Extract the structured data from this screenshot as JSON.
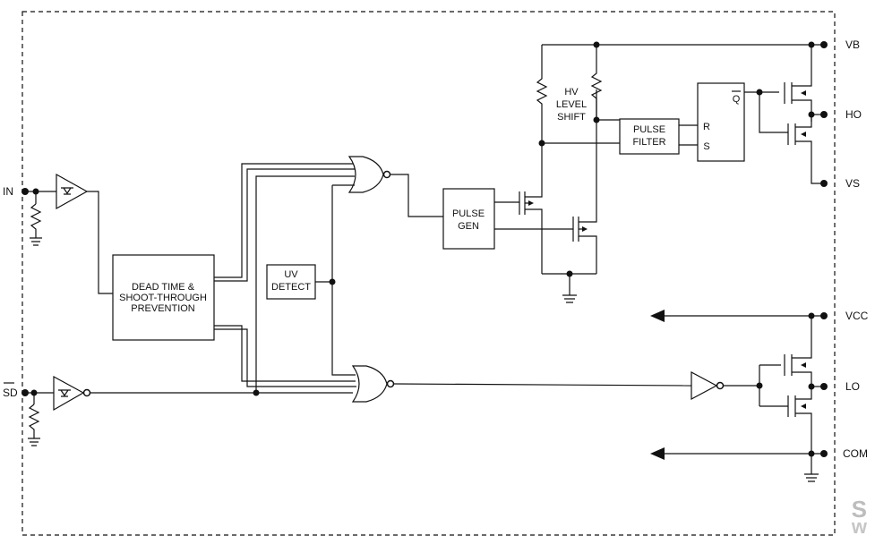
{
  "pins": {
    "vb": "VB",
    "ho": "HO",
    "vs": "VS",
    "vcc": "VCC",
    "lo": "LO",
    "com": "COM",
    "in": "IN",
    "sd": "SD"
  },
  "blocks": {
    "dead_time": [
      "DEAD TIME &",
      "SHOOT-THROUGH",
      "PREVENTION"
    ],
    "uv_detect": [
      "UV",
      "DETECT"
    ],
    "pulse_gen": [
      "PULSE",
      "GEN"
    ],
    "pulse_filter": [
      "PULSE",
      "FILTER"
    ],
    "hv_level_shift": [
      "HV",
      "LEVEL",
      "SHIFT"
    ],
    "latch_r": "R",
    "latch_s": "S",
    "latch_q": "Q"
  },
  "watermark": {
    "line1": "S",
    "line2": "w"
  }
}
